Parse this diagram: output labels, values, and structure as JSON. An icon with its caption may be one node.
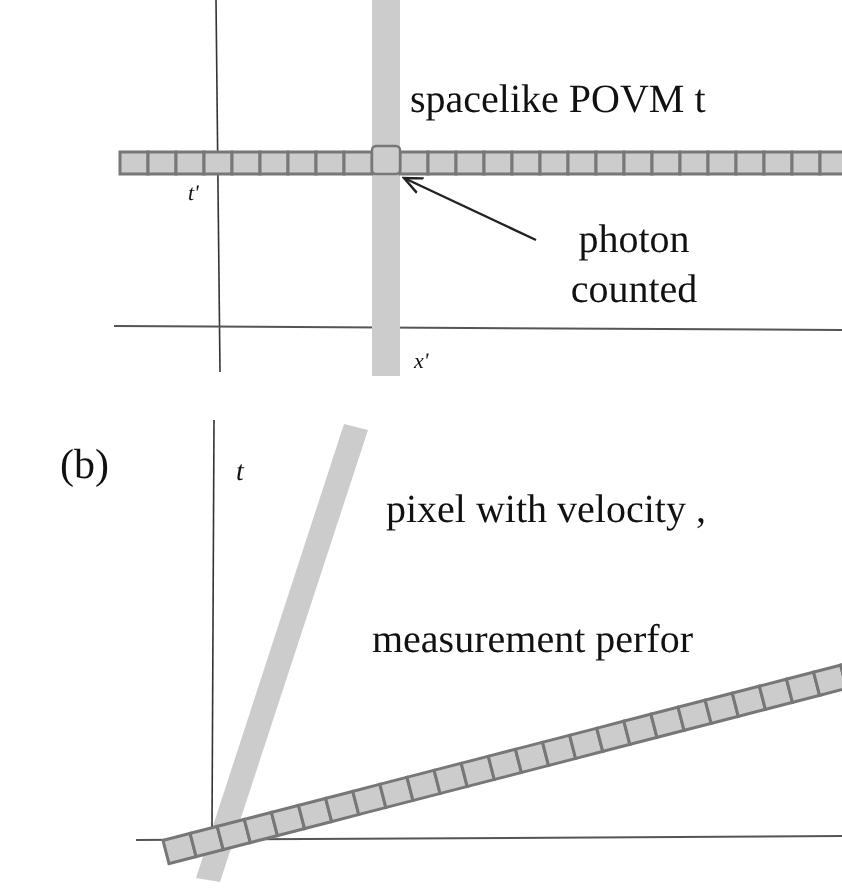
{
  "diagram": {
    "nodes": [
      {
        "text": [
          "photon counted"
        ]
      },
      {
        "text": [],
        "shape": "box"
      }
    ],
    "edges": [
      {
        "from": 0,
        "to": 1,
        "arrow": "to"
      }
    ],
    "labels": [
      "spacelike POVM t",
      "t'",
      "x'",
      "(b)",
      "t",
      "pixel with velocity ,",
      "measurement perfor"
    ]
  }
}
